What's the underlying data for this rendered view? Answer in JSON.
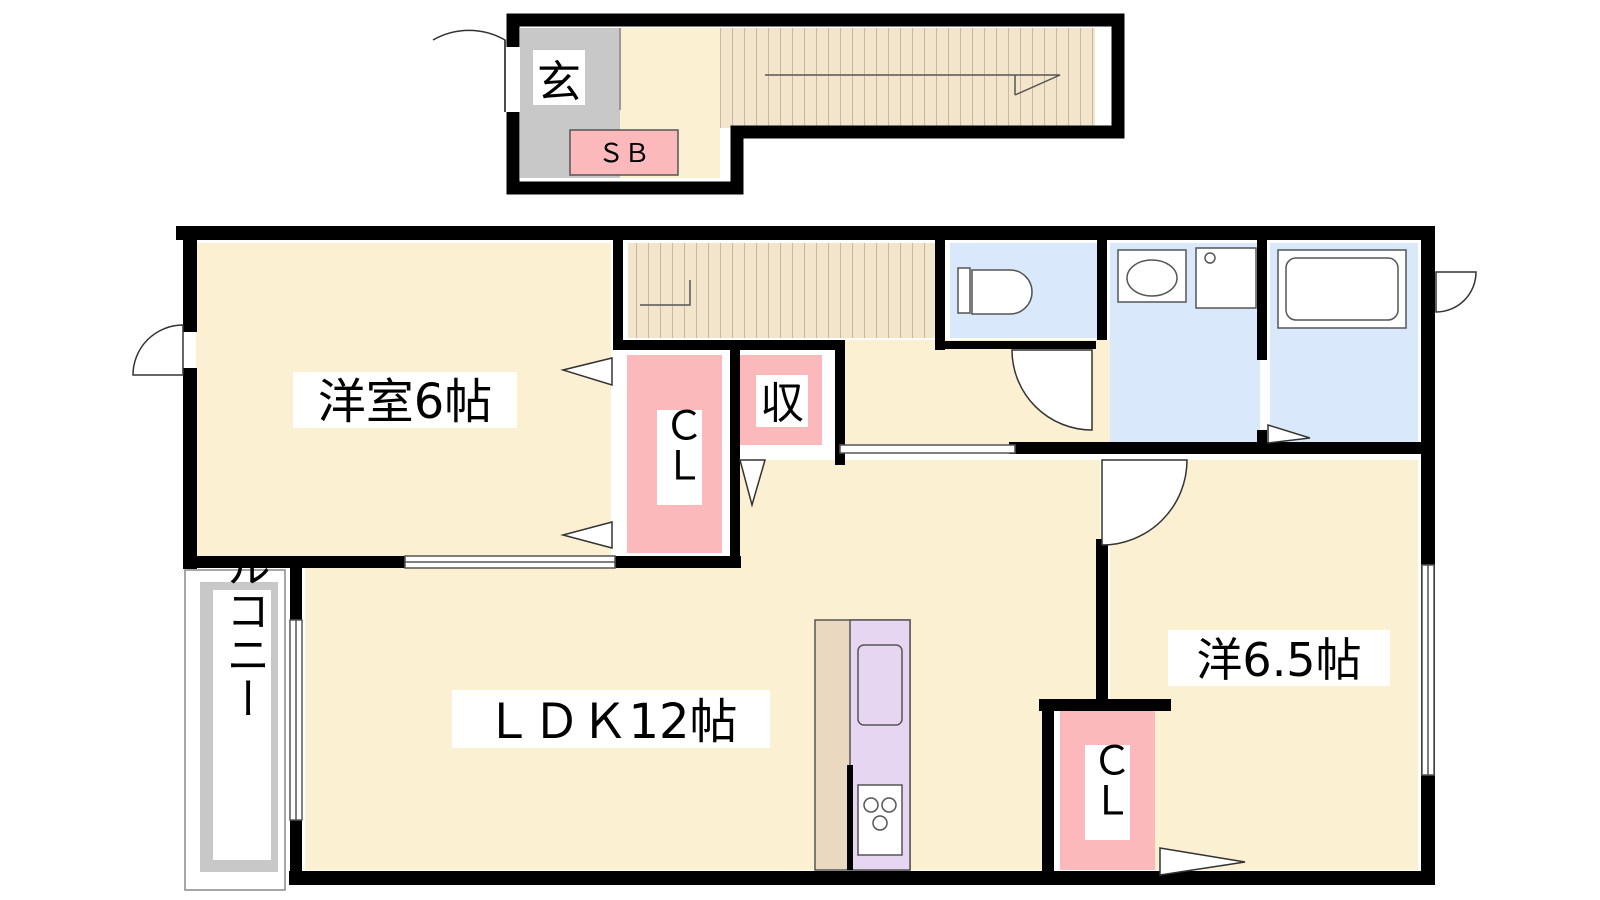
{
  "floor_plan": {
    "labels": {
      "entrance": "玄",
      "shoe_box": "ＳＢ",
      "western_room_1": "洋室6帖",
      "closet_1": "ＣＬ",
      "storage": "収",
      "ldk": "ＬＤＫ12帖",
      "balcony": "バルコニー",
      "western_room_2": "洋6.5帖",
      "closet_2": "ＣＬ"
    },
    "colors": {
      "wall": "#000000",
      "room_floor": "#fbf0d2",
      "closet": "#fbb9bb",
      "wet_area": "#d9e9fb",
      "balcony": "#c8c8c8",
      "kitchen": "#e6d6f2",
      "counter": "#ead9c0",
      "stairs": "#f3e4cc"
    }
  }
}
